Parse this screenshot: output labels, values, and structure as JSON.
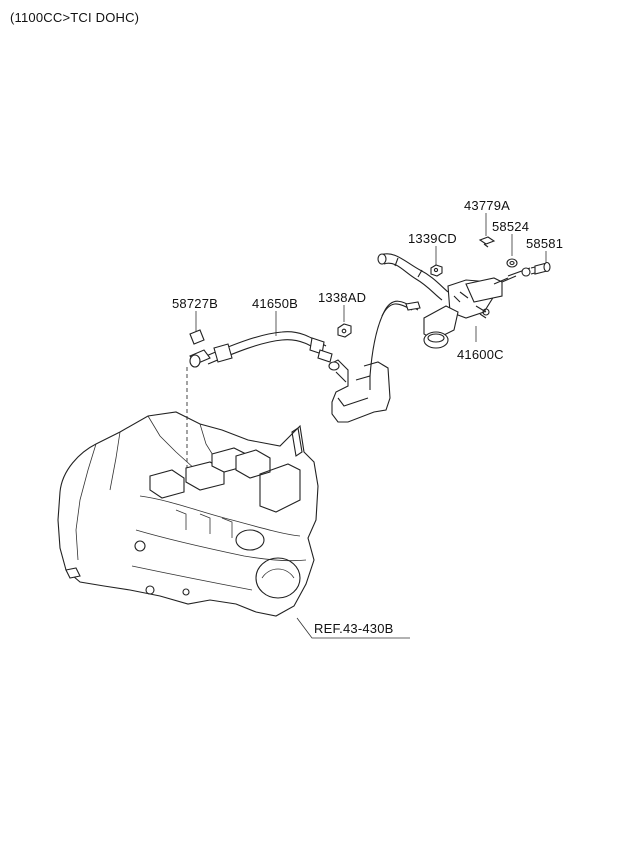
{
  "header": {
    "title": "(1100CC>TCI DOHC)"
  },
  "parts": {
    "p43779a": "43779A",
    "p58524": "58524",
    "p1339cd": "1339CD",
    "p58581": "58581",
    "p58727b": "58727B",
    "p41650b": "41650B",
    "p1338ad": "1338AD",
    "p41600c": "41600C"
  },
  "ref": {
    "label": "REF.43-430B"
  }
}
